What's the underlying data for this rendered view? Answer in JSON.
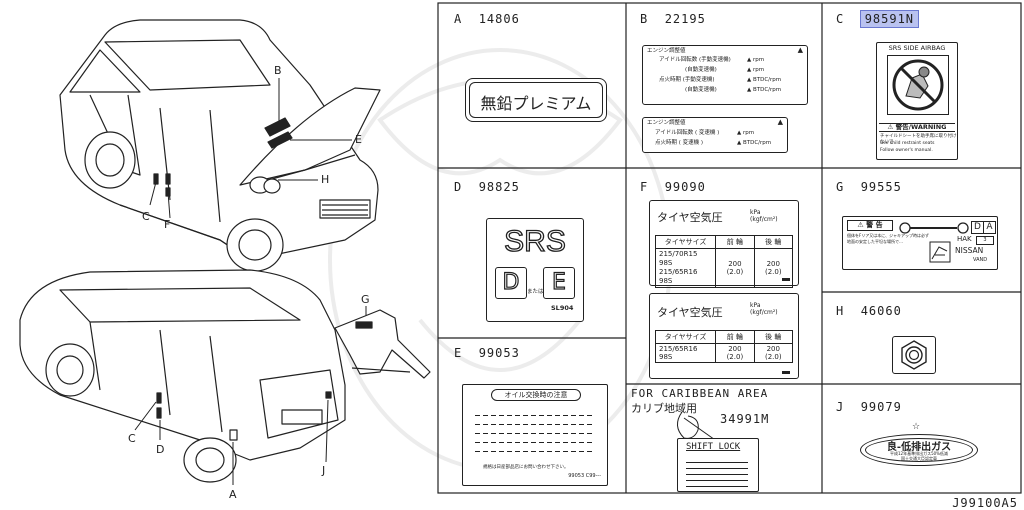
{
  "callouts": {
    "upper": {
      "B": "B",
      "E": "E",
      "H": "H",
      "C": "C",
      "F": "F"
    },
    "lower": {
      "G": "G",
      "C": "C",
      "D": "D",
      "A": "A",
      "J": "J"
    }
  },
  "cells": {
    "A": {
      "letter": "A",
      "code": "14806",
      "label_text": "無鉛プレミアム"
    },
    "B": {
      "letter": "B",
      "code": "22195",
      "plate1": {
        "title": "エンジン調整値",
        "rows": [
          [
            "アイドル回転数 (手動変速機)",
            "▲ rpm"
          ],
          [
            "(自動変速機)",
            "▲ rpm"
          ],
          [
            "点火時期 (手動変速機)",
            "▲ BTDC/rpm"
          ],
          [
            "(自動変速機)",
            "▲ BTDC/rpm"
          ]
        ]
      },
      "plate2": {
        "title": "エンジン調整値",
        "rows": [
          [
            "アイドル回転数 ( 変速機 )",
            "▲ rpm"
          ],
          [
            "点火時期 ( 変速機 )",
            "▲ BTDC/rpm"
          ]
        ]
      }
    },
    "C": {
      "letter": "C",
      "code": "98591N",
      "title": "SRS SIDE AIRBAG",
      "warning": "⚠ 警告/WARNING",
      "text": [
        "チャイルドシートを助手席に取り付けないで",
        "Use child restraint seats",
        "Follow owner's manual."
      ]
    },
    "D": {
      "letter": "D",
      "code": "98825",
      "srs": "SRS",
      "d": "D",
      "e": "E",
      "note": "または",
      "code_small": "SL904"
    },
    "E": {
      "letter": "E",
      "code": "99053",
      "title": "オイル交換時の注意",
      "footer": "規格は日産部品店にお問い合わせ下さい。",
      "part": "99053 C99---"
    },
    "F": {
      "letter": "F",
      "code": "99090",
      "title": "タイヤ空気圧",
      "unit": "kPa (kgf/cm²)",
      "header": [
        "タイヤサイズ",
        "前 輪",
        "後 輪"
      ],
      "rows1": [
        [
          "215/70R15 98S",
          "200 (2.0)",
          "200 (2.0)"
        ],
        [
          "215/65R16 98S",
          "",
          ""
        ]
      ],
      "rows2": [
        [
          "215/65R16 98S",
          "200 (2.0)",
          "200 (2.0)"
        ]
      ]
    },
    "G": {
      "letter": "G",
      "code": "99555",
      "warning": "⚠ 警 告",
      "text": "個体をFリア又は本に、ジャキアップ時は必ず 地面の安定した平坦な場所で…",
      "d": "D",
      "a": "A",
      "hak": "HAK",
      "num": "3",
      "brand": "NISSAN",
      "vand": "VAND"
    },
    "H": {
      "letter": "H",
      "code": "46060"
    },
    "caribbean": {
      "line1": "FOR CARIBBEAN AREA",
      "line2": "カリブ地域用",
      "code": "34991M",
      "tag": "SHIFT LOCK"
    },
    "J": {
      "letter": "J",
      "code": "99079",
      "star": "☆",
      "main": "良-低排出ガス",
      "sub1": "平成12年基準排出ガス50%低減",
      "sub2": "国土交通大臣認定車"
    }
  },
  "diagram_id": "J99100A5"
}
